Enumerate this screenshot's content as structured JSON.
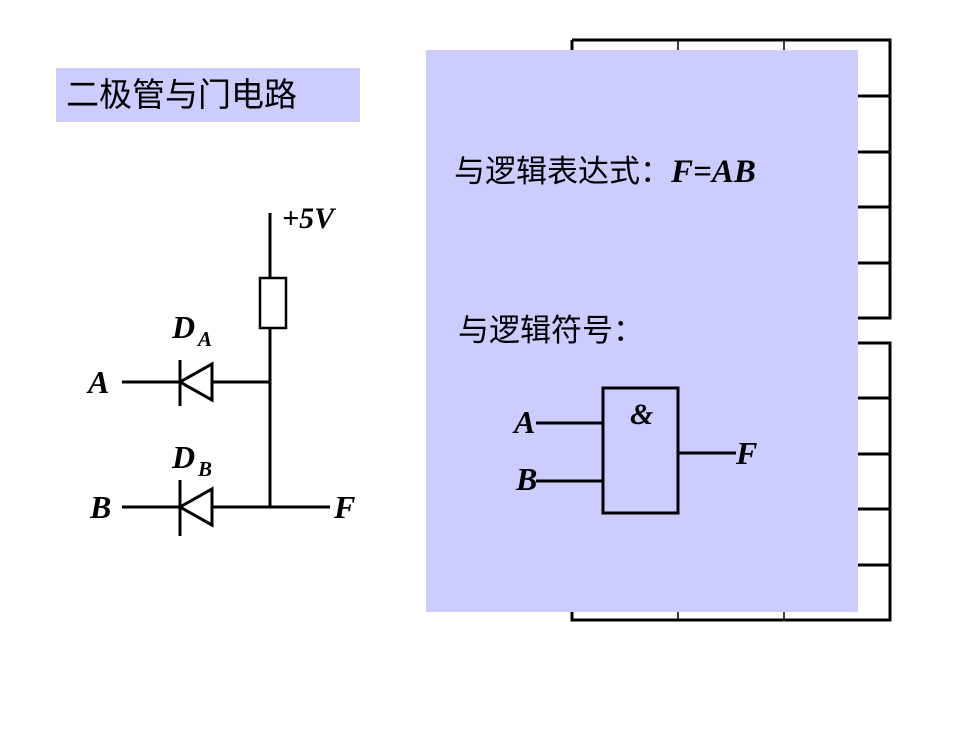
{
  "title": "二极管与门电路",
  "circuit": {
    "supply_label": "+5V",
    "diode_a_label": "D",
    "diode_a_sub": "A",
    "diode_b_label": "D",
    "diode_b_sub": "B",
    "input_a": "A",
    "input_b": "B",
    "output": "F"
  },
  "panel": {
    "expression_label": "与逻辑表达式：",
    "expression_formula": "F=AB",
    "symbol_label": "与逻辑符号：",
    "gate_symbol": "&",
    "gate_input_a": "A",
    "gate_input_b": "B",
    "gate_output": "F"
  },
  "colors": {
    "panel_background": "#ccccff",
    "line": "#000000"
  }
}
